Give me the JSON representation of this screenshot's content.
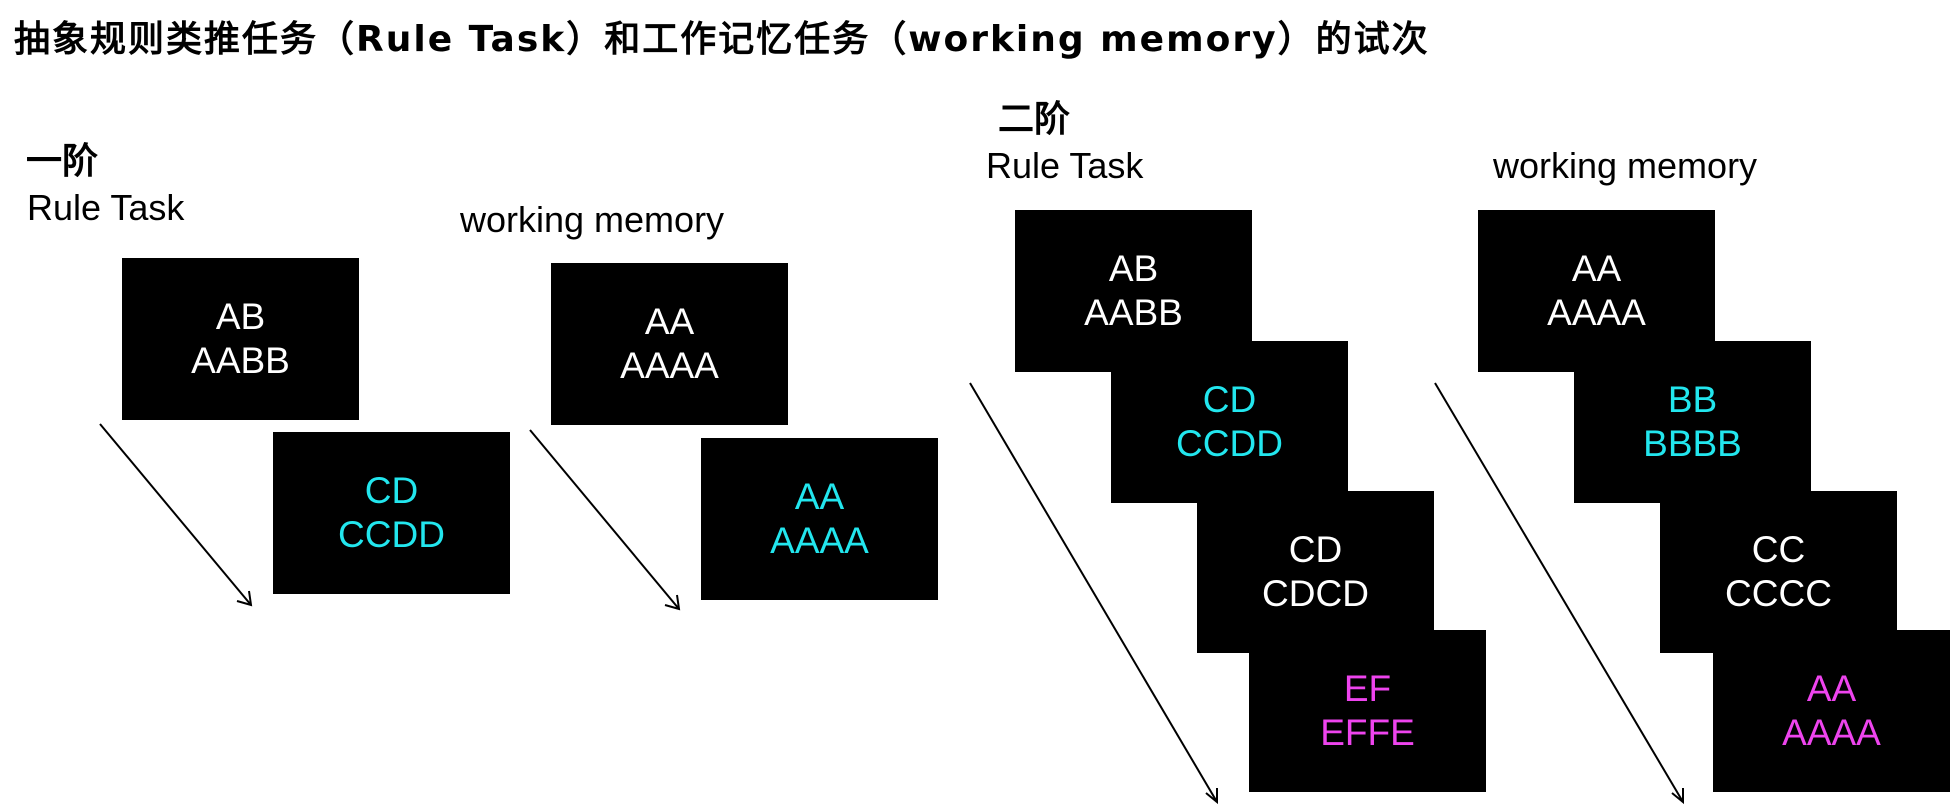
{
  "title": "抽象规则类推任务（Rule Task）和工作记忆任务（working memory）的试次",
  "colors": {
    "card_background": "#000000",
    "white": "#ffffff",
    "cyan": "#22e6ee",
    "magenta": "#ee44ee",
    "arrow": "#000000"
  },
  "stage1": {
    "label": "一阶",
    "rule_task": {
      "label": "Rule Task",
      "cards": [
        {
          "line1": "AB",
          "line2": "AABB",
          "color": "white"
        },
        {
          "line1": "CD",
          "line2": "CCDD",
          "color": "cyan"
        }
      ]
    },
    "working_memory": {
      "label": "working memory",
      "cards": [
        {
          "line1": "AA",
          "line2": "AAAA",
          "color": "white"
        },
        {
          "line1": "AA",
          "line2": "AAAA",
          "color": "cyan"
        }
      ]
    }
  },
  "stage2": {
    "label": "二阶",
    "rule_task": {
      "label": "Rule Task",
      "cards": [
        {
          "line1": "AB",
          "line2": "AABB",
          "color": "white"
        },
        {
          "line1": "CD",
          "line2": "CCDD",
          "color": "cyan"
        },
        {
          "line1": "CD",
          "line2": "CDCD",
          "color": "white"
        },
        {
          "line1": "EF",
          "line2": "EFFE",
          "color": "magenta"
        }
      ]
    },
    "working_memory": {
      "label": "working memory",
      "cards": [
        {
          "line1": "AA",
          "line2": "AAAA",
          "color": "white"
        },
        {
          "line1": "BB",
          "line2": "BBBB",
          "color": "cyan"
        },
        {
          "line1": "CC",
          "line2": "CCCC",
          "color": "white"
        },
        {
          "line1": "AA",
          "line2": "AAAA",
          "color": "magenta"
        }
      ]
    }
  }
}
